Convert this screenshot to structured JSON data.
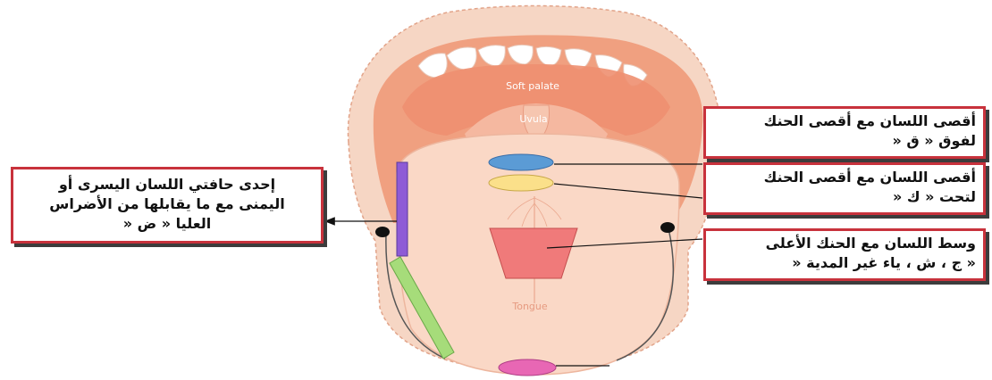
{
  "diagram": {
    "labels": {
      "soft_palate": "Soft palate",
      "uvula": "Uvula",
      "tongue": "Tongue"
    },
    "annotations": {
      "left": [
        "إحدى حافتي اللسان اليسرى أو",
        "اليمنى مع ما يقابلها من الأضراس",
        "العليا « ض «"
      ],
      "right_top": [
        "أقصى اللسان مع أقصى الحنك",
        "لفوق « ق «"
      ],
      "right_middle": [
        "أقصى اللسان مع أقصى الحنك",
        "لتحت « ك «"
      ],
      "right_bottom": [
        "وسط اللسان مع الحنك الأعلى",
        "« ج ، ش ، ياء غير المدية «"
      ]
    },
    "colors": {
      "blue_marker": "#5b9bd5",
      "yellow_marker": "#fbe08a",
      "red_marker": "#f07a7a",
      "purple_marker": "#8e5bd6",
      "green_marker": "#a6dc7a",
      "pink_marker": "#e867b4",
      "box_border": "#c8323c"
    }
  }
}
